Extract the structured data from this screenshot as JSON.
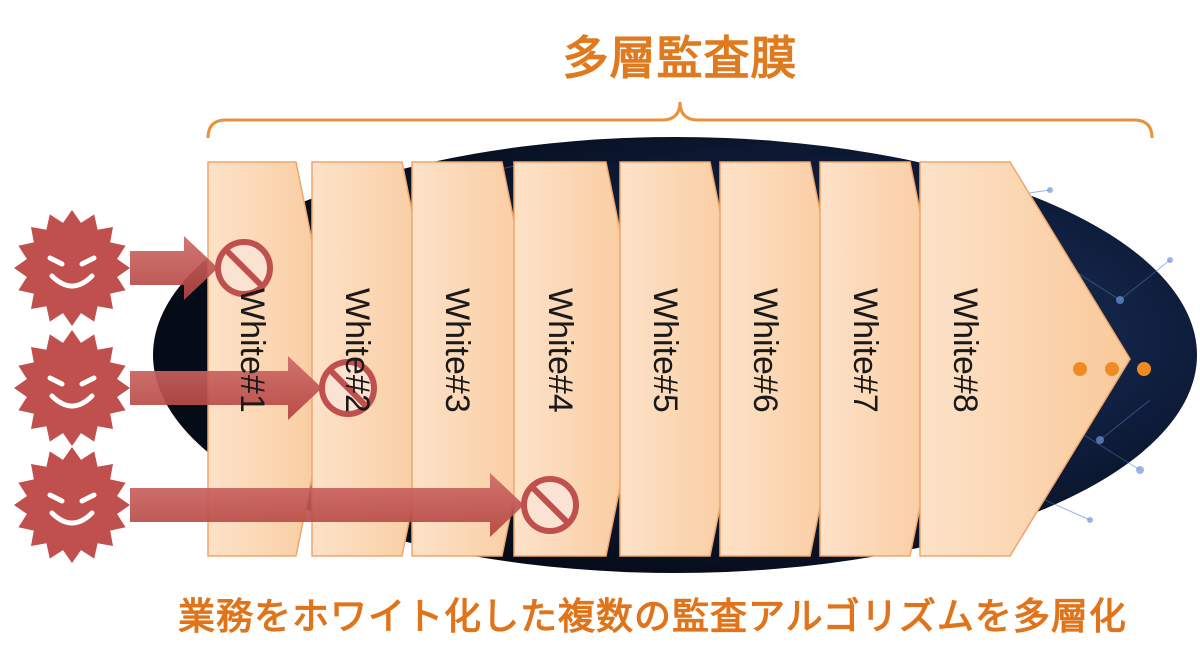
{
  "title": "多層監査膜",
  "caption": "業務をホワイト化した複数の監査アルゴリズムを多層化",
  "layers": [
    {
      "label": "White#1"
    },
    {
      "label": "White#2"
    },
    {
      "label": "White#3"
    },
    {
      "label": "White#4"
    },
    {
      "label": "White#5"
    },
    {
      "label": "White#6"
    },
    {
      "label": "White#7"
    },
    {
      "label": "White#8"
    }
  ],
  "threats": [
    {
      "name": "threat-1",
      "blocked_at_layer": 1
    },
    {
      "name": "threat-2",
      "blocked_at_layer": 2
    },
    {
      "name": "threat-3",
      "blocked_at_layer": 4
    }
  ],
  "continuation_dots": 3,
  "colors": {
    "accent": "#e07a1e",
    "layer_fill": "#fbd2ae",
    "layer_stroke": "#f0a56a",
    "threat": "#c0504d",
    "background_ellipse": "#0c1630"
  }
}
